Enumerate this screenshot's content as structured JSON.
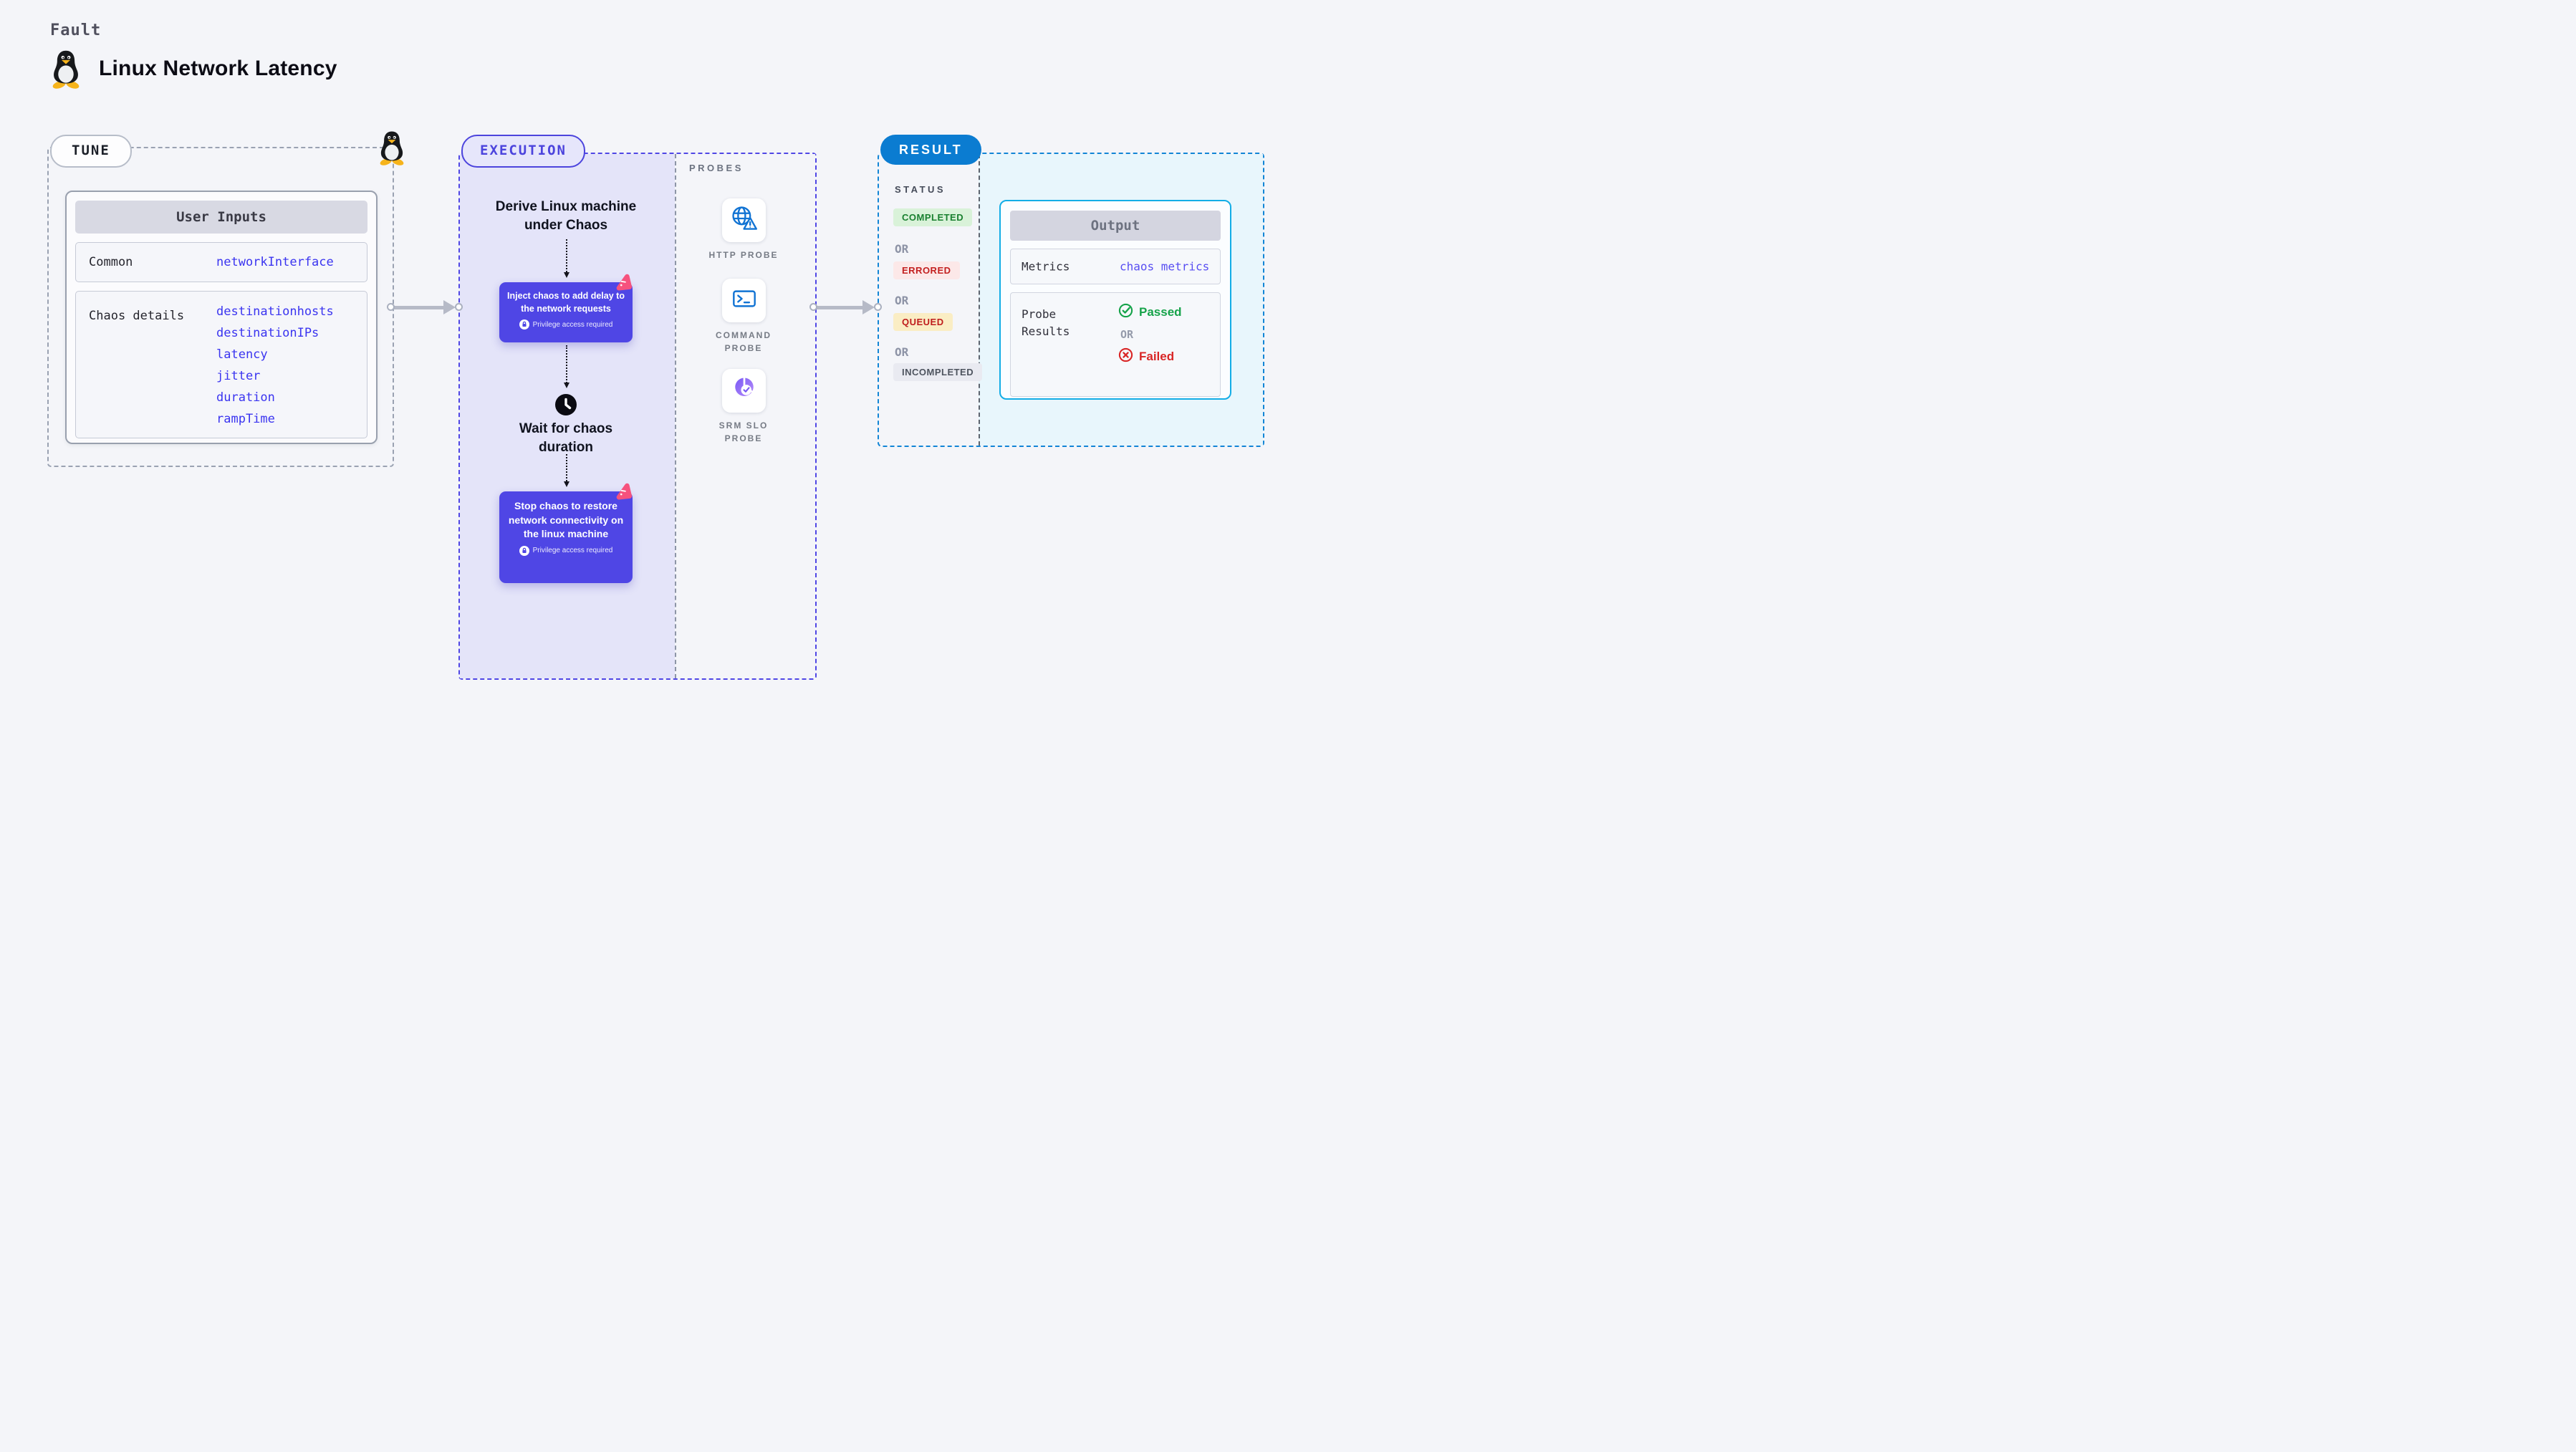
{
  "header": {
    "fault_label": "Fault",
    "title": "Linux Network Latency"
  },
  "tune": {
    "badge": "TUNE",
    "user_inputs": {
      "header": "User Inputs",
      "rows": [
        {
          "label": "Common",
          "values": [
            "networkInterface"
          ]
        },
        {
          "label": "Chaos details",
          "values": [
            "destinationhosts",
            "destinationIPs",
            "latency",
            "jitter",
            "duration",
            "rampTime"
          ]
        }
      ]
    }
  },
  "execution": {
    "badge": "EXECUTION",
    "derive_label": "Derive Linux machine under Chaos",
    "inject_label": "Inject chaos to add delay to the network requests",
    "wait_label": "Wait for chaos duration",
    "stop_label": "Stop chaos to restore network connectivity on the linux machine",
    "privilege_label": "Privilege access required"
  },
  "probes": {
    "label": "PROBES",
    "items": [
      {
        "name": "HTTP PROBE",
        "icon": "globe-warning-icon"
      },
      {
        "name": "COMMAND PROBE",
        "icon": "terminal-icon"
      },
      {
        "name": "SRM SLO PROBE",
        "icon": "pie-check-icon"
      }
    ]
  },
  "result": {
    "badge": "RESULT",
    "status_label": "STATUS",
    "or_label": "OR",
    "statuses": [
      {
        "label": "COMPLETED",
        "color": "green"
      },
      {
        "label": "ERRORED",
        "color": "red"
      },
      {
        "label": "QUEUED",
        "color": "yellow"
      },
      {
        "label": "INCOMPLETED",
        "color": "gray"
      }
    ],
    "output": {
      "header": "Output",
      "metrics_label": "Metrics",
      "metrics_value": "chaos metrics",
      "probe_results_label": "Probe Results",
      "passed_label": "Passed",
      "or_label": "OR",
      "failed_label": "Failed"
    }
  },
  "colors": {
    "page_bg": "#f4f5f9",
    "indigo": "#4f46e5",
    "lavender": "#e4e4f9",
    "code_blue": "#3a34f0",
    "result_blue": "#0b7cd1",
    "result_dash_blue": "#1285d6",
    "cyan_border": "#13ade6",
    "cyan_bg": "#e8f6fc",
    "green": "#16a34a",
    "green_bg": "#d9f2d9",
    "red": "#c32020",
    "red_bg": "#fce8e8",
    "yellow_bg": "#faedc4",
    "gray_bg": "#e9eaf1",
    "pink": "#f6527e",
    "probe_icon_blue": "#1173d3",
    "srm_purple": "#7a5af5"
  }
}
